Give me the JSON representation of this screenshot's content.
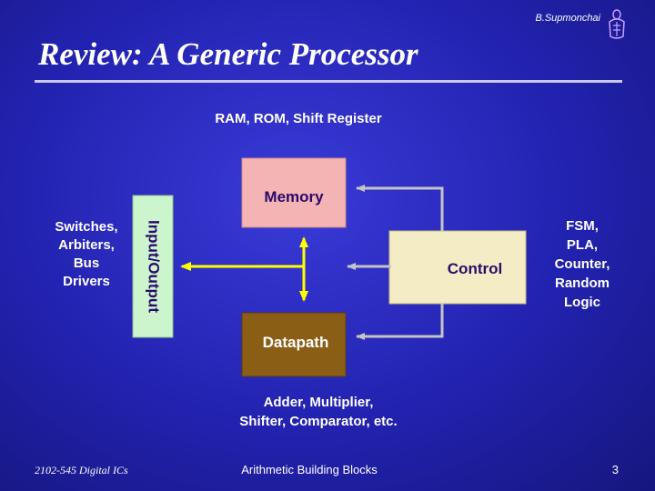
{
  "header": {
    "author": "B.Supmonchai",
    "title": "Review: A Generic Processor"
  },
  "diagram": {
    "memory": {
      "label": "Memory",
      "examples": "RAM, ROM, Shift Register"
    },
    "io": {
      "label": "Input/Output",
      "examples": [
        "Switches,",
        "Arbiters,",
        "Bus",
        "Drivers"
      ]
    },
    "control": {
      "label": "Control",
      "examples": [
        "FSM,",
        "PLA,",
        "Counter,",
        "Random",
        "Logic"
      ]
    },
    "datapath": {
      "label": "Datapath",
      "examples": [
        "Adder, Multiplier,",
        "Shifter, Comparator, etc."
      ]
    }
  },
  "footer": {
    "course": "2102-545 Digital ICs",
    "topic": "Arithmetic Building Blocks",
    "page": "3"
  },
  "colors": {
    "background": "#2626b4",
    "memory_fill": "#f4b4b4",
    "io_fill": "#cdf5cd",
    "control_fill": "#f4ecc4",
    "datapath_fill": "#8a5e14",
    "bus": "#ffff00",
    "arrow": "#c4c4c4"
  }
}
